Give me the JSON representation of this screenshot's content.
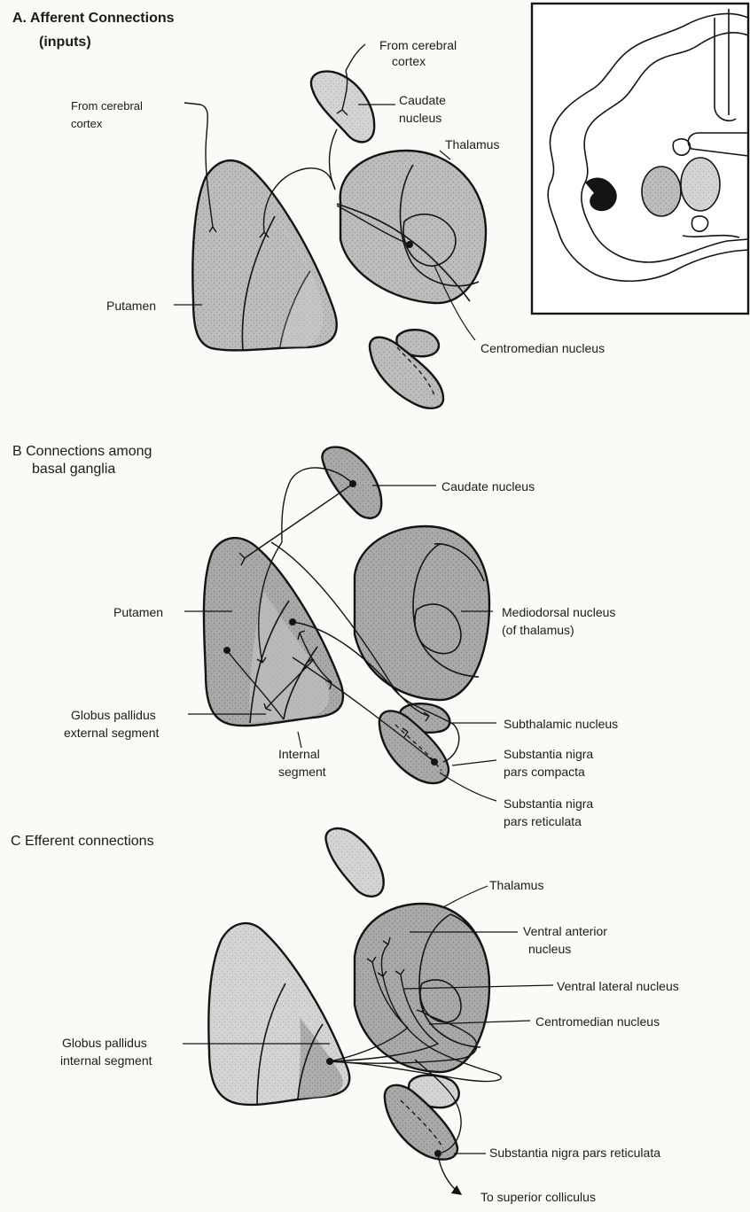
{
  "panelA": {
    "heading_line1": "A. Afferent Connections",
    "heading_line2": "(inputs)",
    "labels": {
      "from_cortex_top_1": "From cerebral",
      "from_cortex_top_2": "cortex",
      "from_cortex_left_1": "From cerebral",
      "from_cortex_left_2": "cortex",
      "caudate_1": "Caudate",
      "caudate_2": "nucleus",
      "thalamus": "Thalamus",
      "putamen": "Putamen",
      "centromedian": "Centromedian nucleus"
    }
  },
  "panelB": {
    "heading_line1": "B  Connections among",
    "heading_line2": "basal ganglia",
    "labels": {
      "caudate": "Caudate nucleus",
      "putamen": "Putamen",
      "mediodorsal_1": "Mediodorsal nucleus",
      "mediodorsal_2": "(of thalamus)",
      "gp_external_1": "Globus pallidus",
      "gp_external_2": "external segment",
      "internal_1": "Internal",
      "internal_2": "segment",
      "subthalamic": "Subthalamic nucleus",
      "snc_1": "Substantia nigra",
      "snc_2": "pars compacta",
      "snr_1": "Substantia nigra",
      "snr_2": "pars reticulata"
    }
  },
  "panelC": {
    "heading": "C  Efferent connections",
    "labels": {
      "thalamus": "Thalamus",
      "ventral_anterior_1": "Ventral anterior",
      "ventral_anterior_2": "nucleus",
      "ventral_lateral": "Ventral lateral nucleus",
      "centromedian": "Centromedian nucleus",
      "gp_internal_1": "Globus pallidus",
      "gp_internal_2": "internal segment",
      "snr": "Substantia nigra pars reticulata",
      "superior_colliculus": "To superior colliculus"
    }
  },
  "colors": {
    "structure_fill": "#b8b8b8",
    "structure_fill_light": "#d2d2d2",
    "line": "#141414",
    "background": "#fbfaf7"
  }
}
